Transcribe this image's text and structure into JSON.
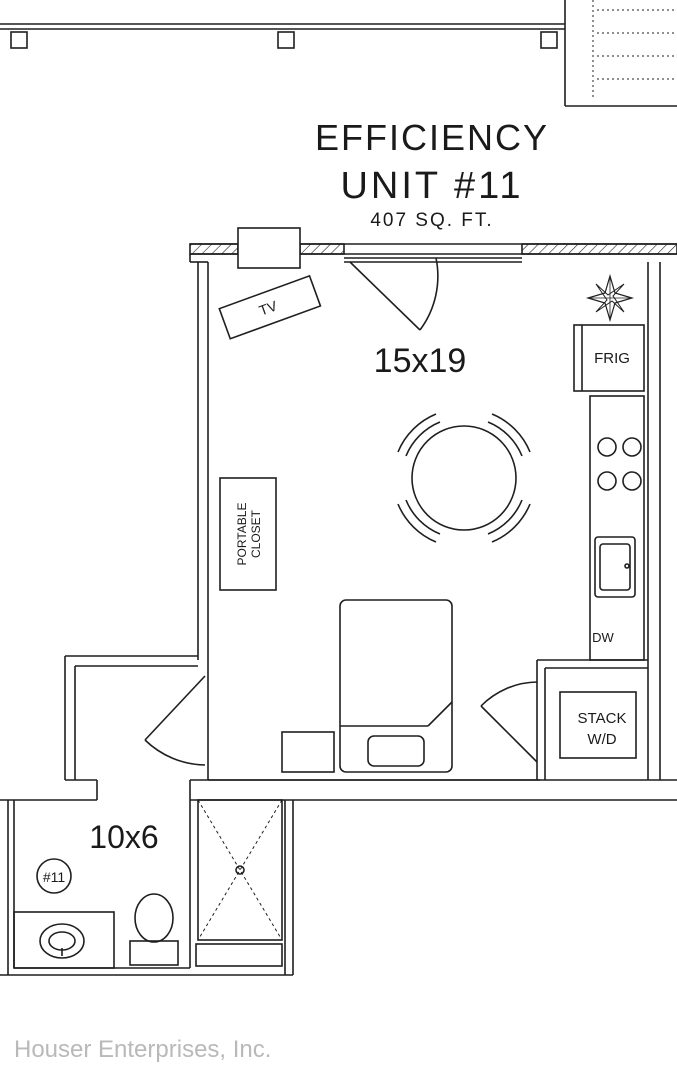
{
  "plan": {
    "unit_type": "EFFICIENCY",
    "unit_name": "UNIT #11",
    "area": "407 SQ. FT.",
    "main_room_size": "15x19",
    "bath_size": "10x6",
    "bath_tag": "#11"
  },
  "labels": {
    "tv": "TV",
    "frig": "FRIG",
    "closet_line1": "PORTABLE",
    "closet_line2": "CLOSET",
    "dw": "DW",
    "stack_line1": "STACK",
    "stack_line2": "W/D"
  },
  "watermark": "Houser Enterprises, Inc."
}
